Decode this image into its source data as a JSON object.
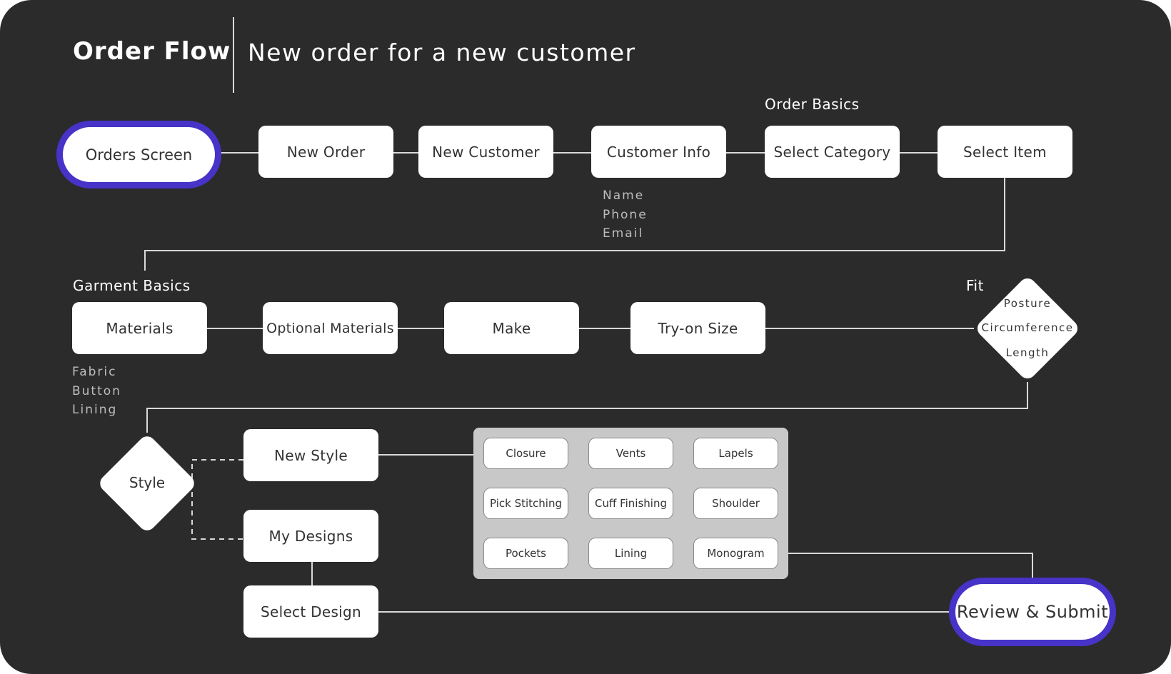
{
  "header": {
    "title": "Order Flow",
    "subtitle": "New order for a new customer"
  },
  "sections": {
    "order_basics": "Order Basics",
    "garment_basics": "Garment Basics",
    "fit": "Fit"
  },
  "nodes": {
    "orders_screen": "Orders Screen",
    "new_order": "New Order",
    "new_customer": "New Customer",
    "customer_info": "Customer Info",
    "select_category": "Select Category",
    "select_item": "Select Item",
    "materials": "Materials",
    "optional_materials": "Optional Materials",
    "make": "Make",
    "try_on_size": "Try-on Size",
    "new_style": "New Style",
    "my_designs": "My Designs",
    "select_design": "Select Design",
    "review_submit": "Review & Submit"
  },
  "notes": {
    "customer_info": [
      "Name",
      "Phone",
      "Email"
    ],
    "materials": [
      "Fabric",
      "Button",
      "Lining"
    ]
  },
  "decisions": {
    "fit": [
      "Posture",
      "Circumference",
      "Length"
    ],
    "style": "Style"
  },
  "style_options": [
    "Closure",
    "Vents",
    "Lapels",
    "Pick Stitching",
    "Cuff Finishing",
    "Shoulder",
    "Pockets",
    "Lining",
    "Monogram"
  ],
  "colors": {
    "background": "#2b2b2b",
    "node": "#ffffff",
    "accent": "#4733c7",
    "connector": "#d9d9d9",
    "panel": "#c8c8c8"
  }
}
